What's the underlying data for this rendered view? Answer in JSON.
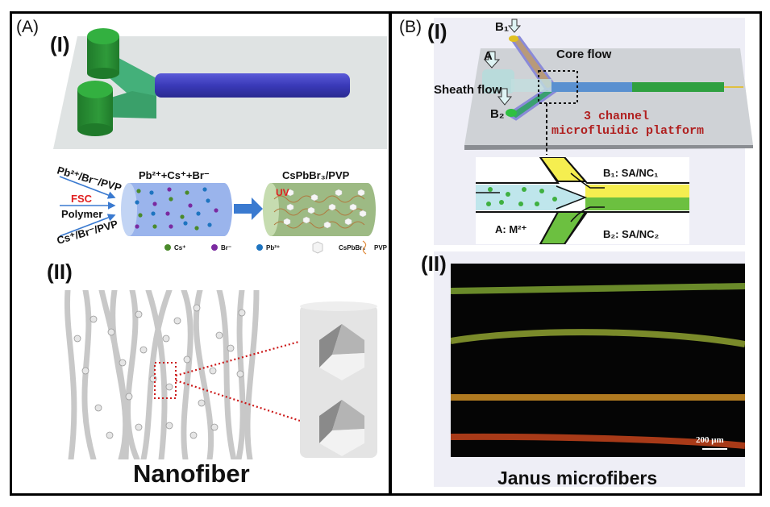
{
  "figure": {
    "panel_a": {
      "label": "(A)",
      "part_i": {
        "label": "(I)",
        "inputs": [
          {
            "text": "Pb²⁺/Br⁻/PVP"
          },
          {
            "text": "FSC"
          },
          {
            "text": "Polymer"
          },
          {
            "text": "Cs⁺/Br⁻/PVP"
          }
        ],
        "mixture_label": "Pb²⁺+Cs⁺+Br⁻",
        "product_label": "CsPbBr₃/PVP",
        "uv_label": "UV",
        "legend": [
          {
            "label": "Cs⁺",
            "color": "#4a8a2a"
          },
          {
            "label": "Br⁻",
            "color": "#7a2aa0"
          },
          {
            "label": "Pb²⁺",
            "color": "#1e74c0"
          },
          {
            "label": "CsPbBr₃",
            "color": "#f4f4f4"
          },
          {
            "label": "PVP",
            "color": "#e08a3a"
          }
        ],
        "colors": {
          "chip_base": "#dfe3e3",
          "inlet_green": "#2f9a3a",
          "branch_green": "#44b07a",
          "channel_blue": "#3b3bb8",
          "fsc_red": "#e02020",
          "uv_red": "#e02020",
          "arrow_blue": "#3a7ad0"
        }
      },
      "part_ii": {
        "label": "(II)",
        "caption": "Nanofiber"
      }
    },
    "panel_b": {
      "label": "(B)",
      "part_i": {
        "label": "(I)",
        "inlet_b1": "B₁",
        "inlet_a": "A",
        "inlet_b2": "B₂",
        "core_flow": "Core flow",
        "sheath_flow": "Sheath flow",
        "platform_line1": "3 channel",
        "platform_line2": "microfluidic platform",
        "detail": {
          "top_label": "B₁: SA/NC₁",
          "bottom_label": "B₂: SA/NC₂",
          "left_label": "A: M²⁺"
        },
        "colors": {
          "platform_text": "#b02020",
          "yellow": "#f5ee50",
          "green": "#6cc040",
          "core_cyan": "#bfe6ec",
          "channel_blue": "#5a90d0"
        }
      },
      "part_ii": {
        "label": "(II)",
        "scale_bar": "200 μm",
        "caption": "Janus microfibers",
        "fibers": [
          {
            "color": "#6a8a2a"
          },
          {
            "color": "#7a8a2a"
          },
          {
            "color": "#b07a20"
          },
          {
            "color": "#a83a18"
          }
        ]
      }
    }
  }
}
